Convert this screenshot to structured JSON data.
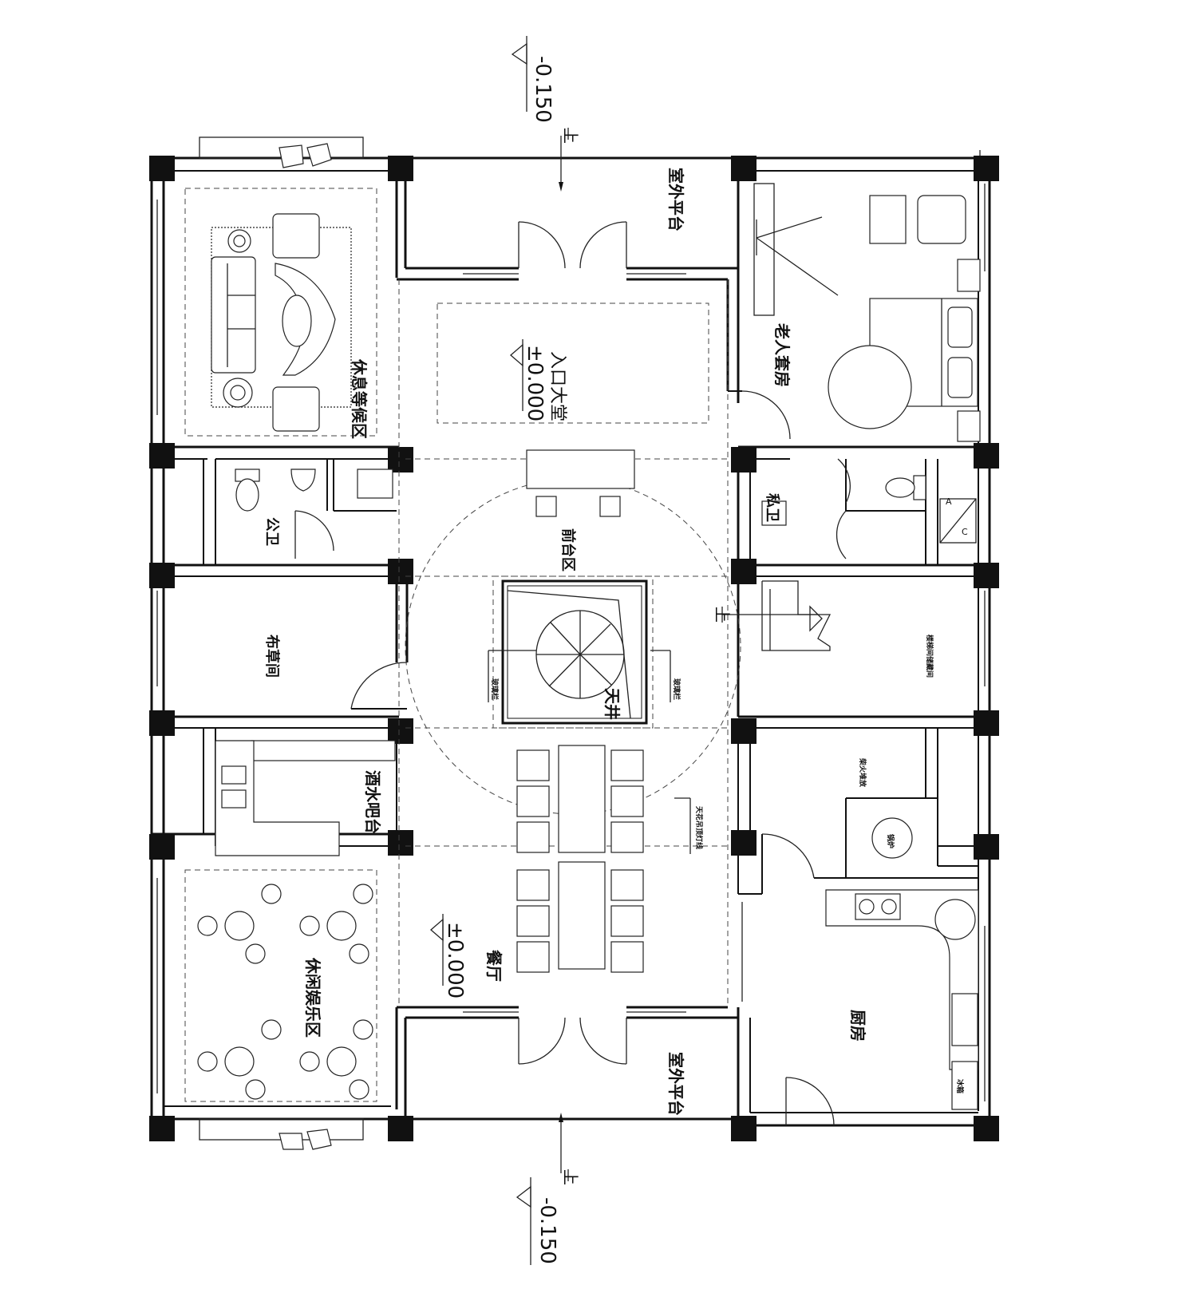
{
  "levels": {
    "top": "-0.150",
    "bottom": "-0.150",
    "hall": "±0.000",
    "dining": "±0.000"
  },
  "stair_up": "上",
  "rooms": {
    "lounge_waiting": "休息等候区",
    "outdoor_platform_top": "室外平台",
    "entrance_hall": "入口大堂",
    "elder_suite": "老人套房",
    "public_wc": "公卫",
    "reception": "前台区",
    "private_wc": "私卫",
    "linen": "布草间",
    "atrium": "天井",
    "stair_room": "楼梯间储藏间",
    "bar": "酒水吧台",
    "firewood": "柴火堆放",
    "stove": "锅炉",
    "leisure": "休闲娱乐区",
    "dining": "餐厅",
    "kitchen": "厨房",
    "outdoor_platform_bottom": "室外平台",
    "fridge": "冰箱",
    "ceiling_note": "天花吊顶灯线",
    "tag_left": "玻璃栏",
    "tag_right": "玻璃栏",
    "label_a": "A",
    "label_c": "C"
  }
}
